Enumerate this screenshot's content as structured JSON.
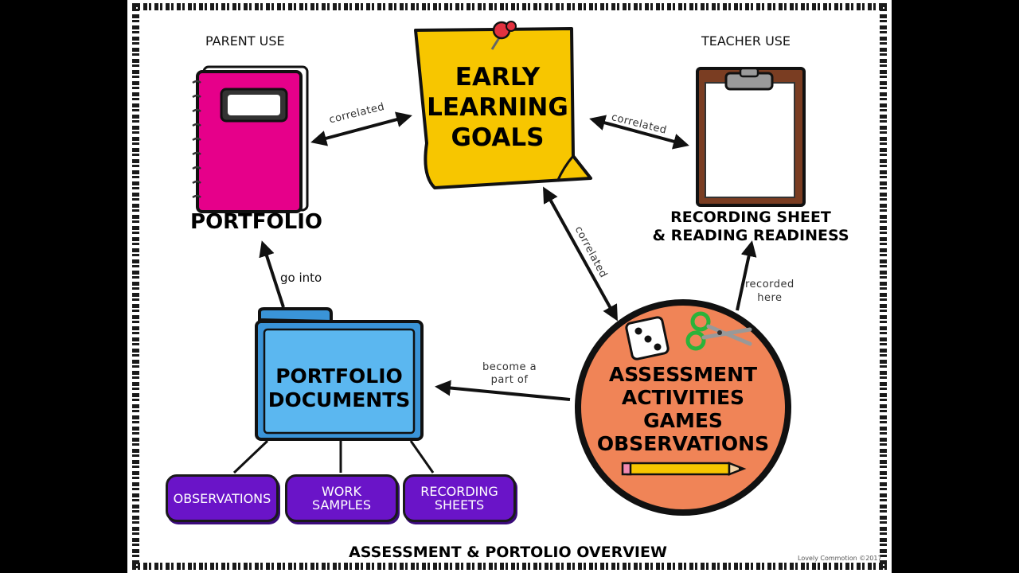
{
  "title": "ASSESSMENT & PORTOLIO OVERVIEW",
  "credit": "Lovely Commotion ©2017",
  "parent_use": "PARENT USE",
  "teacher_use": "TEACHER USE",
  "goals_lines": [
    "EARLY",
    "LEARNING",
    "GOALS"
  ],
  "portfolio_label": "PORTFOLIO",
  "recording_lines": [
    "RECORDING SHEET",
    "& READING READINESS"
  ],
  "folder_lines": [
    "PORTFOLIO",
    "DOCUMENTS"
  ],
  "activities_lines": [
    "ASSESSMENT",
    "ACTIVITIES",
    "GAMES",
    "OBSERVATIONS"
  ],
  "pills": [
    "OBSERVATIONS",
    "WORK\nSAMPLES",
    "RECORDING\nSHEETS"
  ],
  "arrow_labels": {
    "correlated_left": "correlated",
    "correlated_right": "correlated",
    "correlated_diag": "correlated",
    "go_into": "go into",
    "become_a_part_of": [
      "become a",
      "part of"
    ],
    "recorded_here": [
      "recorded",
      "here"
    ]
  },
  "colors": {
    "notebook": "#e6008a",
    "sticky_note": "#f7c600",
    "folder": "#5bb7f0",
    "circle": "#f08457",
    "pill": "#6a14c8",
    "clipboard": "#7a3d22"
  }
}
